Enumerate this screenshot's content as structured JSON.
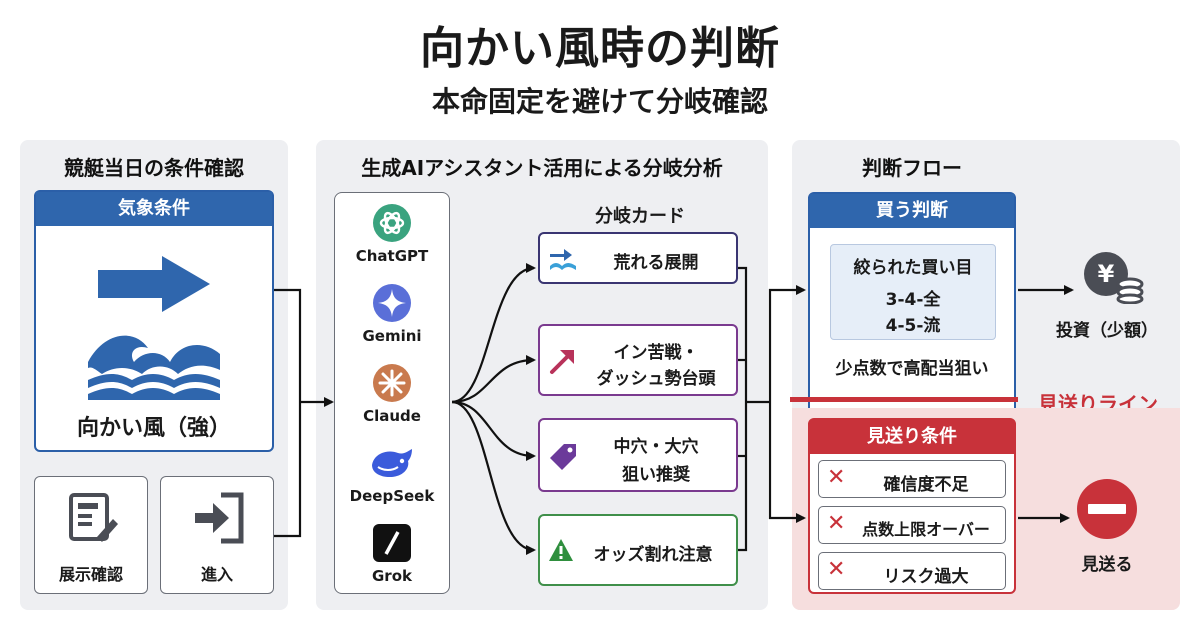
{
  "title": "向かい風時の判断",
  "subtitle": "本命固定を避けて分岐確認",
  "colors": {
    "blue": "#2f66ad",
    "red": "#c8323a",
    "navy": "#3a3572",
    "purple": "#7a3a8f",
    "green": "#3f8f4a",
    "panel": "#eeeff2"
  },
  "left_panel": {
    "heading": "競艇当日の条件確認",
    "weather": {
      "header": "気象条件",
      "label": "向かい風（強）",
      "icons": [
        "right-arrow-icon",
        "wave-icon"
      ]
    },
    "exhibition": {
      "label": "展示確認",
      "icon": "document-pen-icon"
    },
    "entry": {
      "label": "進入",
      "icon": "sign-in-icon"
    }
  },
  "middle_panel": {
    "heading": "生成AIアシスタント活用による分岐分析",
    "ai_tools": [
      {
        "name": "ChatGPT",
        "icon": "chatgpt-icon"
      },
      {
        "name": "Gemini",
        "icon": "gemini-icon"
      },
      {
        "name": "Claude",
        "icon": "claude-icon"
      },
      {
        "name": "DeepSeek",
        "icon": "deepseek-icon"
      },
      {
        "name": "Grok",
        "icon": "grok-icon"
      }
    ],
    "branch_heading": "分岐カード",
    "branches": [
      {
        "line1": "荒れる展開",
        "line2": "",
        "icon": "rough-water-icon",
        "color": "#3a3572"
      },
      {
        "line1": "イン苦戦・",
        "line2": "ダッシュ勢台頭",
        "icon": "up-arrow-icon",
        "color": "#7a3a8f"
      },
      {
        "line1": "中穴・大穴",
        "line2": "狙い推奨",
        "icon": "tag-icon",
        "color": "#7a3a8f"
      },
      {
        "line1": "オッズ割れ注意",
        "line2": "",
        "icon": "warning-icon",
        "color": "#3f8f4a"
      }
    ]
  },
  "right_panel": {
    "heading": "判断フロー",
    "buy": {
      "header": "買う判断",
      "inner_title": "絞られた買い目",
      "combos": [
        "3-4-全",
        "4-5-流"
      ],
      "note": "少点数で高配当狙い",
      "outcome": "投資（少額）",
      "outcome_icon": "yen-coins-icon"
    },
    "threshold_label": "見送りライン",
    "skip": {
      "header": "見送り条件",
      "conditions": [
        "確信度不足",
        "点数上限オーバー",
        "リスク過大"
      ],
      "outcome": "見送る",
      "outcome_icon": "no-entry-icon"
    }
  }
}
